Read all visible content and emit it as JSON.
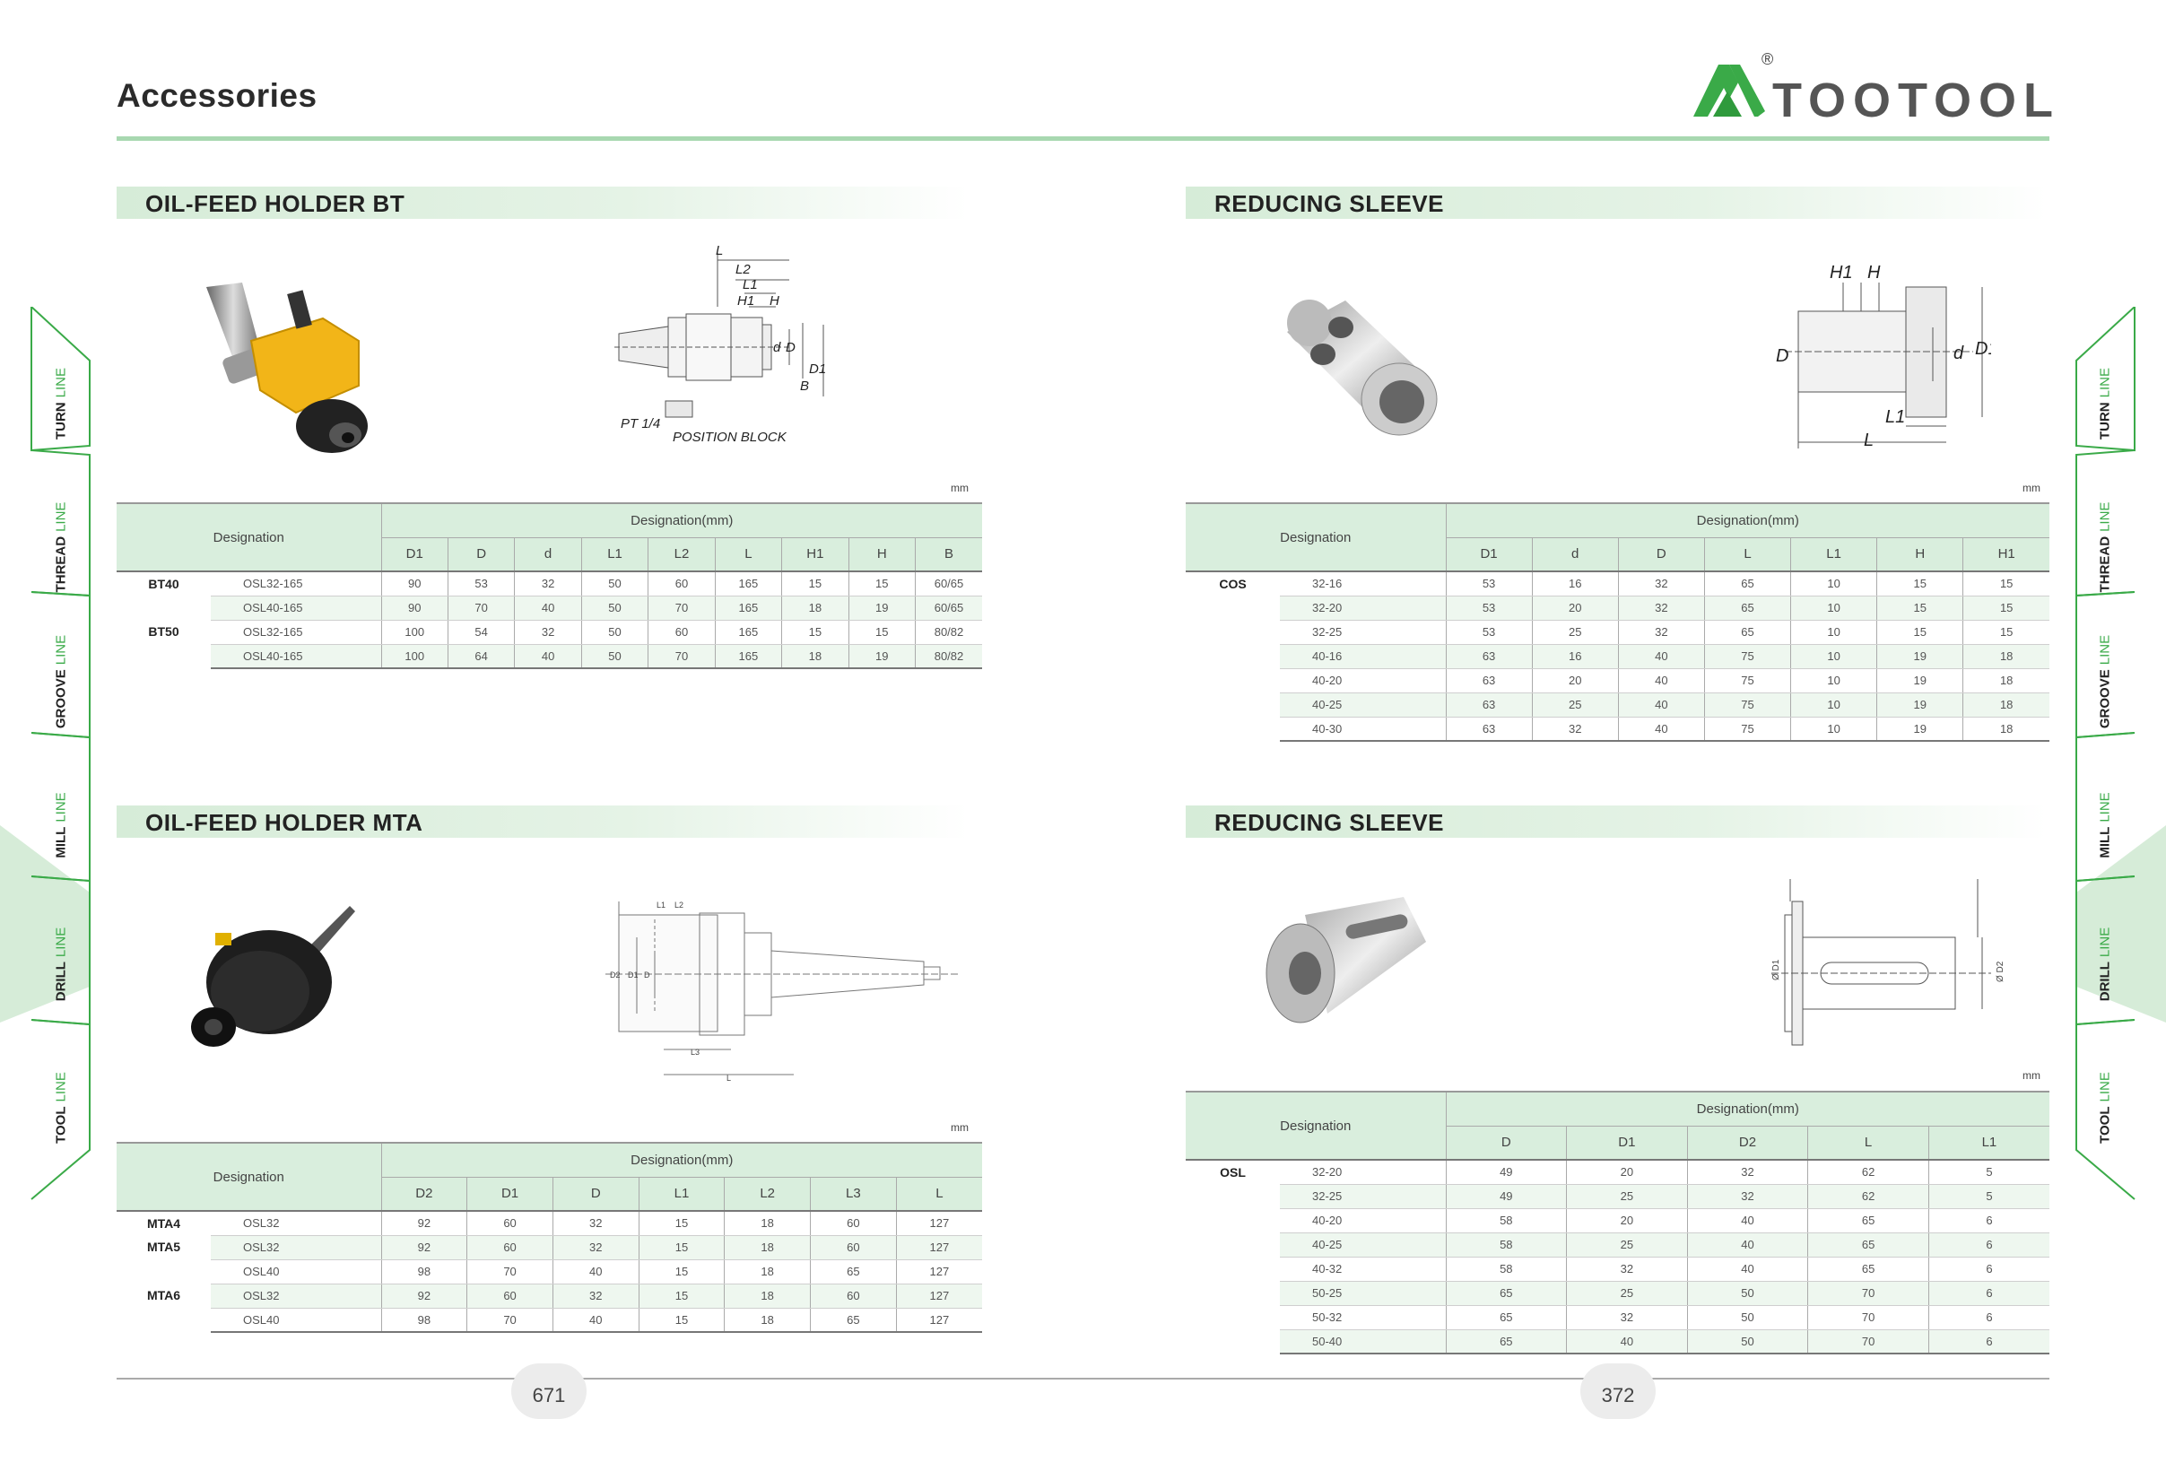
{
  "header": {
    "title": "Accessories",
    "brand": "TOOTOOL",
    "registered_mark": "®"
  },
  "side_tabs": [
    {
      "bold": "TURN",
      "green": "LINE"
    },
    {
      "bold": "THREAD",
      "green": "LINE"
    },
    {
      "bold": "GROOVE",
      "green": "LINE"
    },
    {
      "bold": "MILL",
      "green": "LINE"
    },
    {
      "bold": "DRILL",
      "green": "LINE"
    },
    {
      "bold": "TOOL",
      "green": "LINE"
    }
  ],
  "sections": {
    "bt": {
      "title": "OIL-FEED HOLDER BT",
      "unit": "mm",
      "designation": "Designation",
      "group": "Designation(mm)",
      "columns": [
        "D1",
        "D",
        "d",
        "L1",
        "L2",
        "L",
        "H1",
        "H",
        "B"
      ],
      "drawing_labels": {
        "L": "L",
        "L2": "L2",
        "L1": "L1",
        "H1": "H1",
        "H": "H",
        "d": "d",
        "D": "D",
        "D1": "D1",
        "B": "B",
        "PT": "PT 1/4",
        "pos": "POSITION BLOCK"
      },
      "rows": [
        {
          "series": "BT40",
          "model": "OSL32-165",
          "v": [
            "90",
            "53",
            "32",
            "50",
            "60",
            "165",
            "15",
            "15",
            "60/65"
          ]
        },
        {
          "series": "",
          "model": "OSL40-165",
          "v": [
            "90",
            "70",
            "40",
            "50",
            "70",
            "165",
            "18",
            "19",
            "60/65"
          ]
        },
        {
          "series": "BT50",
          "model": "OSL32-165",
          "v": [
            "100",
            "54",
            "32",
            "50",
            "60",
            "165",
            "15",
            "15",
            "80/82"
          ]
        },
        {
          "series": "",
          "model": "OSL40-165",
          "v": [
            "100",
            "64",
            "40",
            "50",
            "70",
            "165",
            "18",
            "19",
            "80/82"
          ]
        }
      ]
    },
    "mta": {
      "title": "OIL-FEED HOLDER MTA",
      "unit": "mm",
      "designation": "Designation",
      "group": "Designation(mm)",
      "columns": [
        "D2",
        "D1",
        "D",
        "L1",
        "L2",
        "L3",
        "L"
      ],
      "drawing_labels": {
        "L1": "L1",
        "L2": "L2",
        "L3": "L3",
        "L": "L",
        "D2": "D2",
        "D1": "D1",
        "D": "D"
      },
      "rows": [
        {
          "series": "MTA4",
          "model": "OSL32",
          "v": [
            "92",
            "60",
            "32",
            "15",
            "18",
            "60",
            "127"
          ]
        },
        {
          "series": "MTA5",
          "model": "OSL32",
          "v": [
            "92",
            "60",
            "32",
            "15",
            "18",
            "60",
            "127"
          ]
        },
        {
          "series": "",
          "model": "OSL40",
          "v": [
            "98",
            "70",
            "40",
            "15",
            "18",
            "65",
            "127"
          ]
        },
        {
          "series": "MTA6",
          "model": "OSL32",
          "v": [
            "92",
            "60",
            "32",
            "15",
            "18",
            "60",
            "127"
          ]
        },
        {
          "series": "",
          "model": "OSL40",
          "v": [
            "98",
            "70",
            "40",
            "15",
            "18",
            "65",
            "127"
          ]
        }
      ]
    },
    "cos": {
      "title": "REDUCING SLEEVE",
      "unit": "mm",
      "designation": "Designation",
      "group": "Designation(mm)",
      "columns": [
        "D1",
        "d",
        "D",
        "L",
        "L1",
        "H",
        "H1"
      ],
      "drawing_labels": {
        "H1": "H1",
        "H": "H",
        "D": "D",
        "d": "d",
        "D1": "D1",
        "L1": "L1",
        "L": "L"
      },
      "rows": [
        {
          "series": "COS",
          "model": "32-16",
          "v": [
            "53",
            "16",
            "32",
            "65",
            "10",
            "15",
            "15"
          ]
        },
        {
          "series": "",
          "model": "32-20",
          "v": [
            "53",
            "20",
            "32",
            "65",
            "10",
            "15",
            "15"
          ]
        },
        {
          "series": "",
          "model": "32-25",
          "v": [
            "53",
            "25",
            "32",
            "65",
            "10",
            "15",
            "15"
          ]
        },
        {
          "series": "",
          "model": "40-16",
          "v": [
            "63",
            "16",
            "40",
            "75",
            "10",
            "19",
            "18"
          ]
        },
        {
          "series": "",
          "model": "40-20",
          "v": [
            "63",
            "20",
            "40",
            "75",
            "10",
            "19",
            "18"
          ]
        },
        {
          "series": "",
          "model": "40-25",
          "v": [
            "63",
            "25",
            "40",
            "75",
            "10",
            "19",
            "18"
          ]
        },
        {
          "series": "",
          "model": "40-30",
          "v": [
            "63",
            "32",
            "40",
            "75",
            "10",
            "19",
            "18"
          ]
        }
      ]
    },
    "osl": {
      "title": "REDUCING SLEEVE",
      "unit": "mm",
      "designation": "Designation",
      "group": "Designation(mm)",
      "columns": [
        "D",
        "D1",
        "D2",
        "L",
        "L1"
      ],
      "drawing_labels": {
        "D1": "Ø D1",
        "D2": "Ø D2"
      },
      "rows": [
        {
          "series": "OSL",
          "model": "32-20",
          "v": [
            "49",
            "20",
            "32",
            "62",
            "5"
          ]
        },
        {
          "series": "",
          "model": "32-25",
          "v": [
            "49",
            "25",
            "32",
            "62",
            "5"
          ]
        },
        {
          "series": "",
          "model": "40-20",
          "v": [
            "58",
            "20",
            "40",
            "65",
            "6"
          ]
        },
        {
          "series": "",
          "model": "40-25",
          "v": [
            "58",
            "25",
            "40",
            "65",
            "6"
          ]
        },
        {
          "series": "",
          "model": "40-32",
          "v": [
            "58",
            "32",
            "40",
            "65",
            "6"
          ]
        },
        {
          "series": "",
          "model": "50-25",
          "v": [
            "65",
            "25",
            "50",
            "70",
            "6"
          ]
        },
        {
          "series": "",
          "model": "50-32",
          "v": [
            "65",
            "32",
            "50",
            "70",
            "6"
          ]
        },
        {
          "series": "",
          "model": "50-40",
          "v": [
            "65",
            "40",
            "50",
            "70",
            "6"
          ]
        }
      ]
    }
  },
  "page_numbers": {
    "left": "671",
    "right": "372"
  },
  "colors": {
    "accent_green": "#3aaa48",
    "section_bg": "#d6ecd8",
    "rule": "#a8d8b0",
    "table_header": "#d9eedd"
  }
}
